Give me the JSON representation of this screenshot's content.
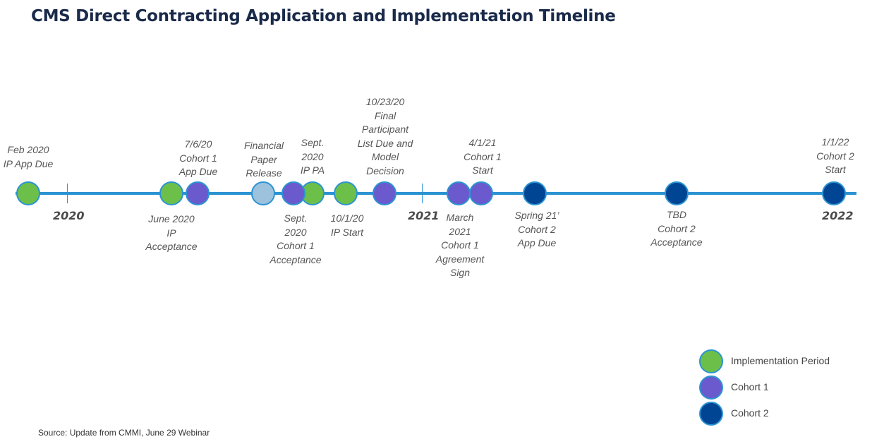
{
  "title": "CMS Direct Contracting Application and Implementation Timeline",
  "years": [
    "2020",
    "2021",
    "2022"
  ],
  "events": [
    {
      "lines": [
        "Feb 2020",
        "IP App Due"
      ],
      "category": "implementation"
    },
    {
      "lines": [
        "June 2020",
        "IP",
        "Acceptance"
      ],
      "category": "implementation"
    },
    {
      "lines": [
        "7/6/20",
        "Cohort 1",
        "App Due"
      ],
      "category": "cohort1"
    },
    {
      "lines": [
        "Financial",
        "Paper",
        "Release"
      ],
      "category": "other"
    },
    {
      "lines": [
        "Sept.",
        "2020",
        "Cohort 1",
        "Acceptance"
      ],
      "category": "cohort1"
    },
    {
      "lines": [
        "Sept.",
        "2020",
        "IP PA"
      ],
      "category": "implementation"
    },
    {
      "lines": [
        "10/1/20",
        "IP Start"
      ],
      "category": "implementation"
    },
    {
      "lines": [
        "10/23/20",
        "Final",
        "Participant",
        "List Due and",
        "Model",
        "Decision"
      ],
      "category": "cohort1"
    },
    {
      "lines": [
        "March",
        "2021",
        "Cohort 1",
        "Agreement",
        "Sign"
      ],
      "category": "cohort1"
    },
    {
      "lines": [
        "4/1/21",
        "Cohort 1",
        "Start"
      ],
      "category": "cohort1"
    },
    {
      "lines": [
        "Spring 21’",
        "Cohort 2",
        "App Due"
      ],
      "category": "cohort2"
    },
    {
      "lines": [
        "TBD",
        "Cohort 2",
        "Acceptance"
      ],
      "category": "cohort2"
    },
    {
      "lines": [
        "1/1/22",
        "Cohort 2",
        "Start"
      ],
      "category": "cohort2"
    }
  ],
  "legend": [
    {
      "label": "Implementation Period",
      "color": "#6cc04a"
    },
    {
      "label": "Cohort 1",
      "color": "#6a5acd"
    },
    {
      "label": "Cohort 2",
      "color": "#004593"
    }
  ],
  "colors": {
    "implementation": "#6cc04a",
    "cohort1": "#6a5acd",
    "cohort2": "#004593",
    "other": "#9cc2de",
    "line": "#2c93d2"
  },
  "source": "Source: Update from CMMI, June 29 Webinar"
}
